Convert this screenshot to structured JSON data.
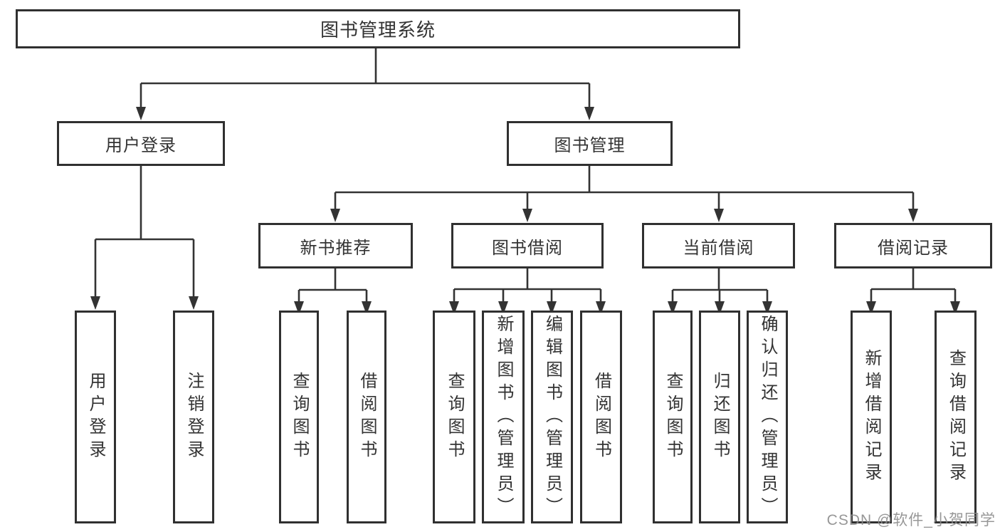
{
  "diagram": {
    "type": "hierarchy-tree",
    "colors": {
      "line": "#333333",
      "box_border": "#303030",
      "text": "#333333",
      "watermark": "#8c8c8c",
      "background": "#ffffff"
    },
    "tree": {
      "root": {
        "label": "图书管理系统"
      },
      "level2": [
        {
          "label": "用户登录"
        },
        {
          "label": "图书管理"
        }
      ],
      "level3": [
        {
          "label": "新书推荐"
        },
        {
          "label": "图书借阅"
        },
        {
          "label": "当前借阅"
        },
        {
          "label": "借阅记录"
        }
      ],
      "leaves": {
        "user_login": [
          {
            "label": "用户登录"
          },
          {
            "label": "注销登录"
          }
        ],
        "new_book_recommend": [
          {
            "label": "查询图书"
          },
          {
            "label": "借阅图书"
          }
        ],
        "book_borrow": [
          {
            "label": "查询图书"
          },
          {
            "label": "新增图书（管理员）"
          },
          {
            "label": "编辑图书（管理员）"
          },
          {
            "label": "借阅图书"
          }
        ],
        "current_borrow": [
          {
            "label": "查询图书"
          },
          {
            "label": "归还图书"
          },
          {
            "label": "确认归还（管理员）"
          }
        ],
        "borrow_records": [
          {
            "label": "新增借阅记录"
          },
          {
            "label": "查询借阅记录"
          }
        ]
      }
    },
    "watermark": {
      "text": "CSDN @软件_小贺同学"
    }
  }
}
